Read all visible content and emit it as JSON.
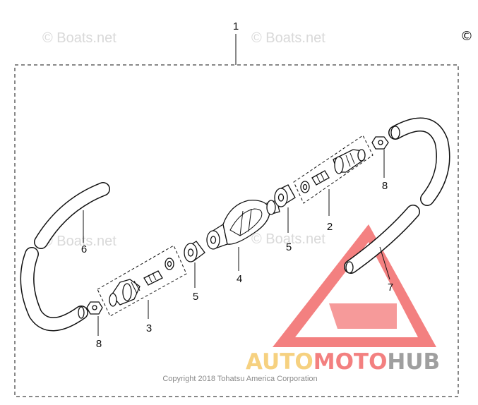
{
  "watermarks": [
    "© Boats.net",
    "© Boats.net",
    "© Boats.net",
    "© Boats.net"
  ],
  "copyright_symbol": "©",
  "callouts": {
    "assembly": "1",
    "connector_right": "2",
    "connector_left": "3",
    "primer_bulb": "4",
    "collar_left": "5",
    "collar_right": "5",
    "hose_left": "6",
    "hose_right": "7",
    "clamp_left": "8",
    "clamp_right": "8"
  },
  "footer_text": "Copyright 2018 Tohatsu America Corporation",
  "logo": {
    "part1": "AUTO",
    "part2": "MOTO",
    "part3": "HUB",
    "color1": "#f5c96a",
    "color2": "#f26b6b",
    "color3": "#8f8f8f",
    "triangle_color": "#f26b6b"
  }
}
